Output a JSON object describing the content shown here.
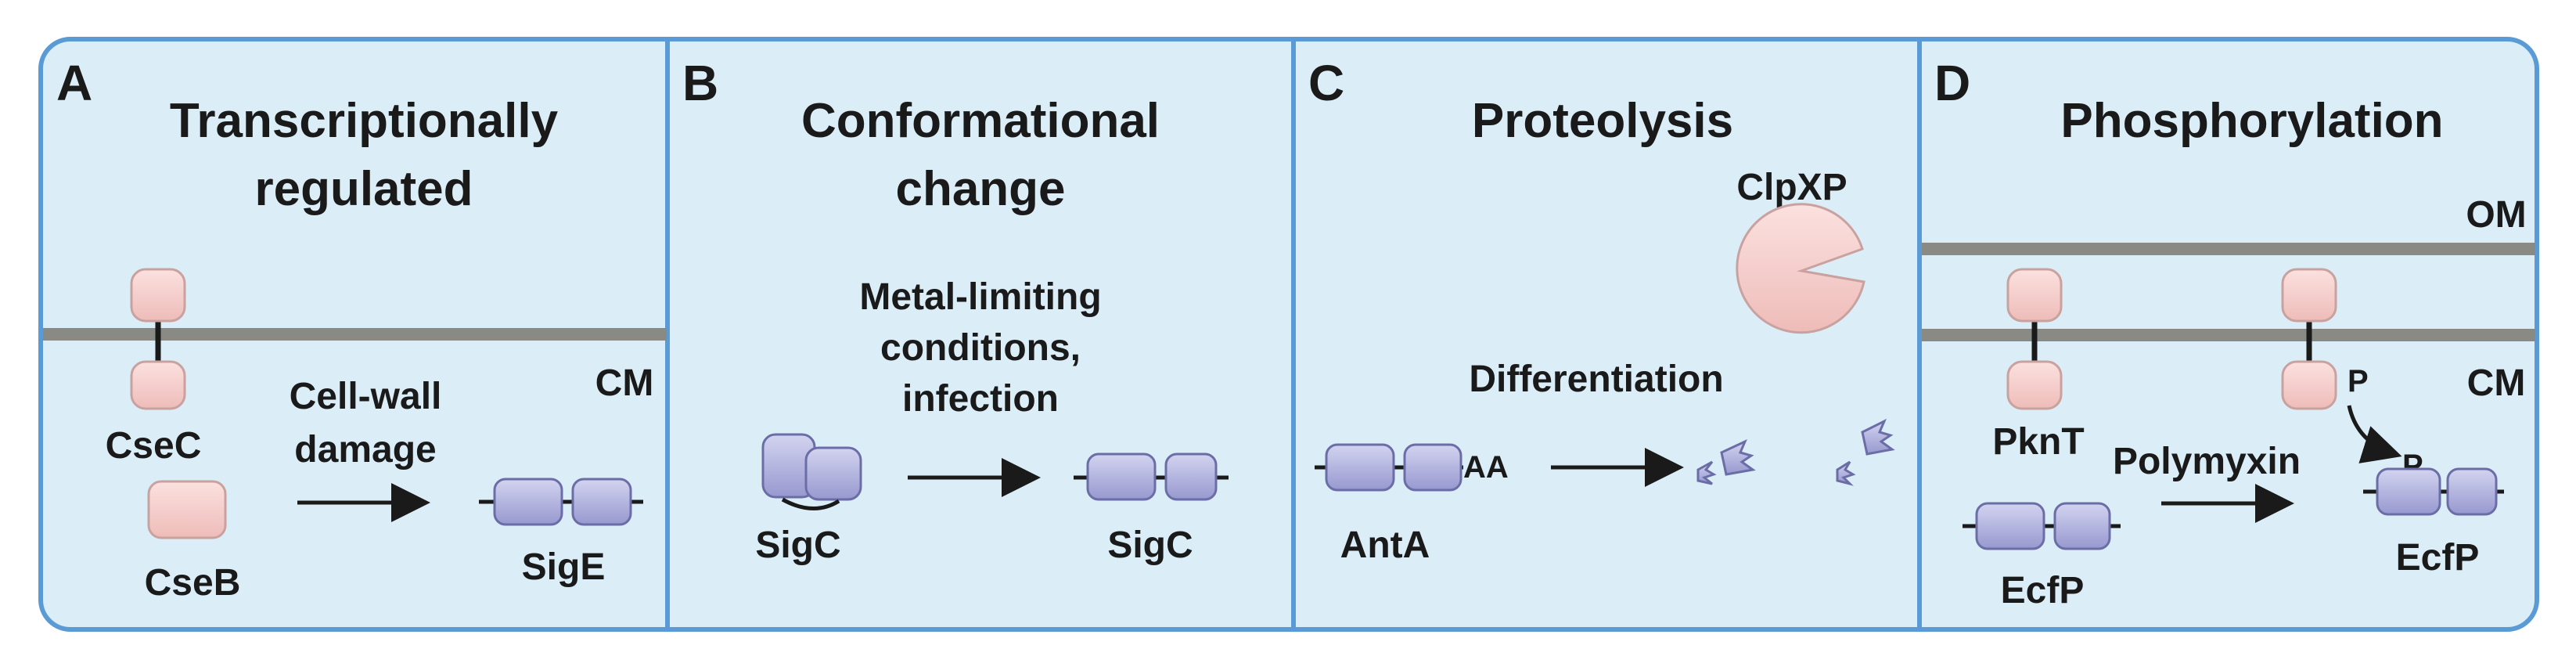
{
  "colors": {
    "panel_fill": "#dbeef8",
    "panel_border": "#5b9bd5",
    "membrane": "#8a8a84",
    "pink_protein": "#f6cdcb",
    "pink_outline": "#c9a2a0",
    "purple_protein": "#b5b6e1",
    "purple_outline": "#6b6da6",
    "text": "#1a1a1a"
  },
  "panels": [
    {
      "letter": "A",
      "title_lines": [
        "Transcriptionally",
        "regulated"
      ],
      "membrane_label": "CM",
      "proteins": {
        "membrane_protein": "CseC",
        "cytoplasmic_protein": "CseB",
        "sigma": "SigE"
      },
      "arrow_label_lines": [
        "Cell-wall",
        "damage"
      ]
    },
    {
      "letter": "B",
      "title_lines": [
        "Conformational",
        "change"
      ],
      "arrow_label_lines": [
        "Metal-limiting",
        "conditions,",
        "infection"
      ],
      "proteins": {
        "folded_sigma": "SigC",
        "active_sigma": "SigC"
      }
    },
    {
      "letter": "C",
      "title_lines": [
        "Proteolysis"
      ],
      "protease": "ClpXP",
      "arrow_label_lines": [
        "Differentiation"
      ],
      "proteins": {
        "substrate": "AntA",
        "tag": "AA"
      }
    },
    {
      "letter": "D",
      "title_lines": [
        "Phosphorylation"
      ],
      "outer_membrane_label": "OM",
      "membrane_label": "CM",
      "proteins": {
        "kinase": "PknT",
        "sigma_before": "EcfP",
        "sigma_after": "EcfP"
      },
      "phospho_labels": [
        "P",
        "P"
      ],
      "arrow_label_lines": [
        "Polymyxin"
      ]
    }
  ]
}
